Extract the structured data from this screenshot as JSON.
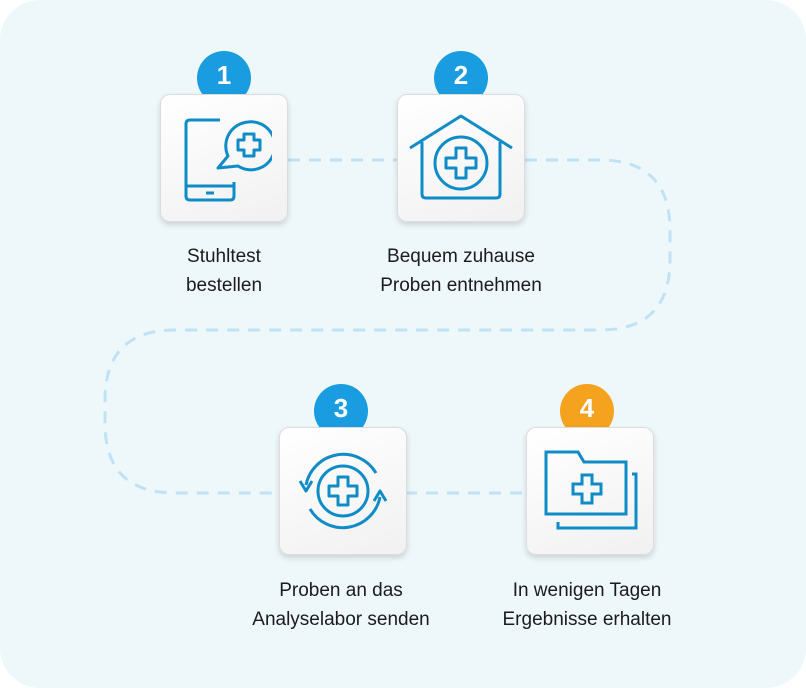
{
  "colors": {
    "background": "#eef8fb",
    "icon": "#0f8cc7",
    "badge_blue": "#1a9de0",
    "badge_orange": "#f5a21f",
    "path": "#bfe3f5"
  },
  "steps": [
    {
      "number": "1",
      "icon": "phone-medical-chat-icon",
      "line1": "Stuhltest",
      "line2": "bestellen"
    },
    {
      "number": "2",
      "icon": "house-medical-icon",
      "line1": "Bequem zuhause",
      "line2": "Proben entnehmen"
    },
    {
      "number": "3",
      "icon": "medical-cycle-icon",
      "line1": "Proben an das",
      "line2": "Analyselabor senden"
    },
    {
      "number": "4",
      "icon": "medical-folder-icon",
      "line1": "In wenigen Tagen",
      "line2": "Ergebnisse erhalten"
    }
  ]
}
